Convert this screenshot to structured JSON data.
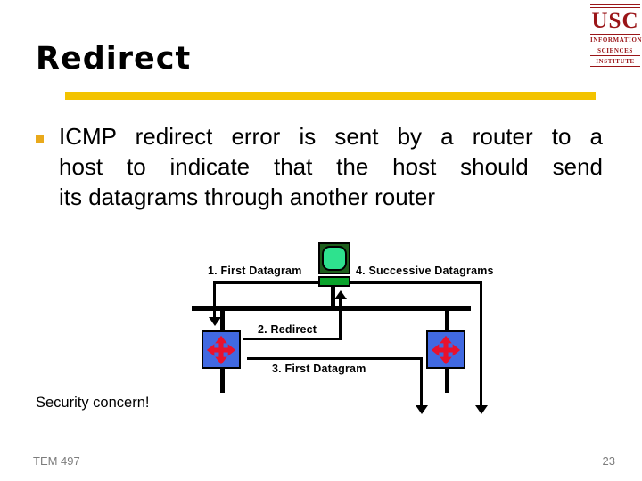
{
  "slide": {
    "title": "Redirect",
    "logo": {
      "org": "USC",
      "words": [
        "INFORMATION",
        "SCIENCES",
        "INSTITUTE"
      ]
    },
    "bullet": {
      "lines": [
        "ICMP redirect error is sent by a router to a",
        "host to indicate that the host should send",
        "its datagrams through another router"
      ]
    },
    "diagram": {
      "labels": {
        "step1": "1. First Datagram",
        "step2": "2. Redirect",
        "step3": "3. First Datagram",
        "step4": "4. Successive Datagrams"
      }
    },
    "note": "Security concern!",
    "footer": {
      "left": "TEM 497",
      "page": "23"
    },
    "colors": {
      "accent": "#F3C300",
      "bullet": "#E9A91B",
      "logo_red": "#9A1518",
      "router_blue": "#4169E1",
      "arrow_red": "#E8112D",
      "screen_green": "#2EE28E",
      "frame_green": "#1C5E1C",
      "base_green": "#0AA32B"
    }
  }
}
